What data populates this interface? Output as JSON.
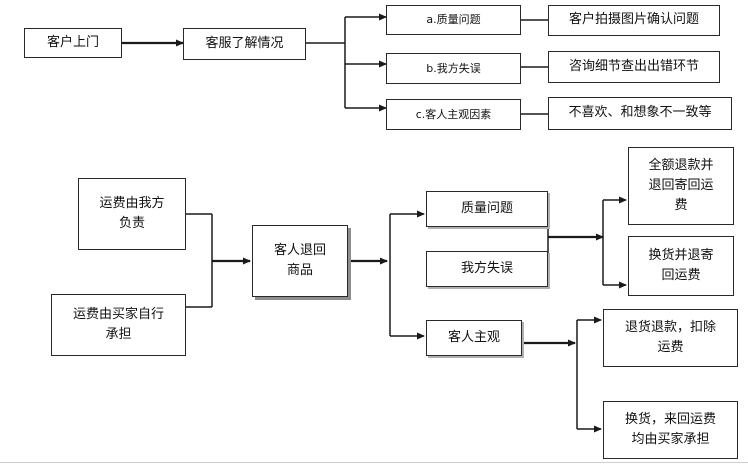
{
  "top_flow": {
    "start": "客户上门",
    "understand": "客服了解情况",
    "branches": [
      {
        "label": "a.质量问题",
        "action": "客户拍摄图片确认问题"
      },
      {
        "label": "b.我方失误",
        "action": "咨询细节查出出错环节"
      },
      {
        "label": "c.客人主观因素",
        "action": "不喜欢、和想象不一致等"
      }
    ]
  },
  "bottom_flow": {
    "shipping_seller": "运费由我方\n负责",
    "shipping_buyer": "运费由买家自行\n承担",
    "return_goods": "客人退回\n商品",
    "reasons": [
      "质量问题",
      "我方失误",
      "客人主观"
    ],
    "outcomes": {
      "full_refund": "全额退款并\n退回寄回运\n费",
      "exchange_refund": "换货并退寄\n回运费",
      "refund_deduct": "退货退款，扣除\n运费",
      "exchange_buyer": "换货，来回运费\n均由买家承担"
    }
  },
  "colors": {
    "line": "#1a1a1a",
    "box_border": "#2a2a2a",
    "shadow": "#8e8e8e"
  }
}
